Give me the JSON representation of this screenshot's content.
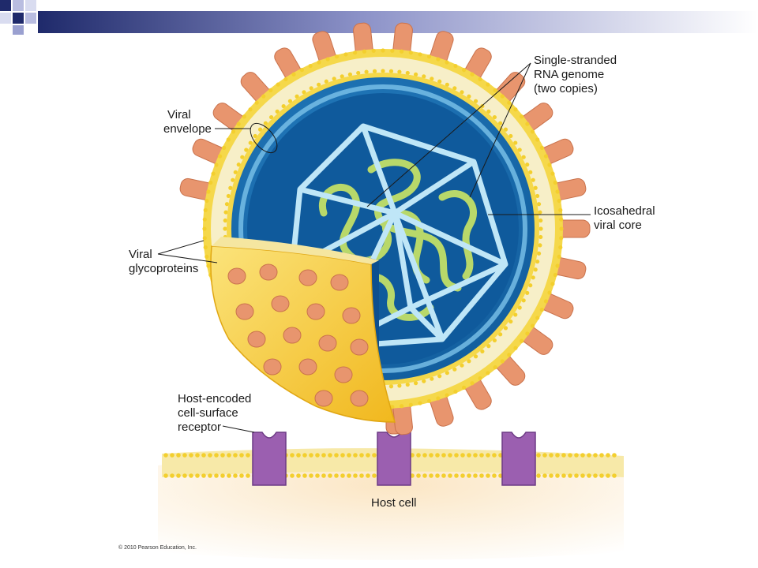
{
  "labels": {
    "genome_l1": "Single-stranded",
    "genome_l2": "RNA genome",
    "genome_l3": "(two copies)",
    "envelope_l1": "Viral",
    "envelope_l2": "envelope",
    "core_l1": "Icosahedral",
    "core_l2": "viral core",
    "glyco_l1": "Viral",
    "glyco_l2": "glycoproteins",
    "receptor_l1": "Host-encoded",
    "receptor_l2": "cell-surface",
    "receptor_l3": "receptor",
    "host_cell": "Host cell"
  },
  "copyright": "© 2010 Pearson Education, Inc.",
  "colors": {
    "header_navy": "#1f2a6b",
    "header_lavender": "#8c92c8",
    "capsid_blue": "#1a6fb5",
    "core_dark_blue": "#0d4f8f",
    "icosahedron": "#bfe6f7",
    "rna_green": "#b8d86a",
    "glycoprotein": "#e8956e",
    "membrane_yellow": "#f5d84a",
    "receptor_purple": "#9b5fb0",
    "host_cell_peach": "#f8dcb0"
  }
}
